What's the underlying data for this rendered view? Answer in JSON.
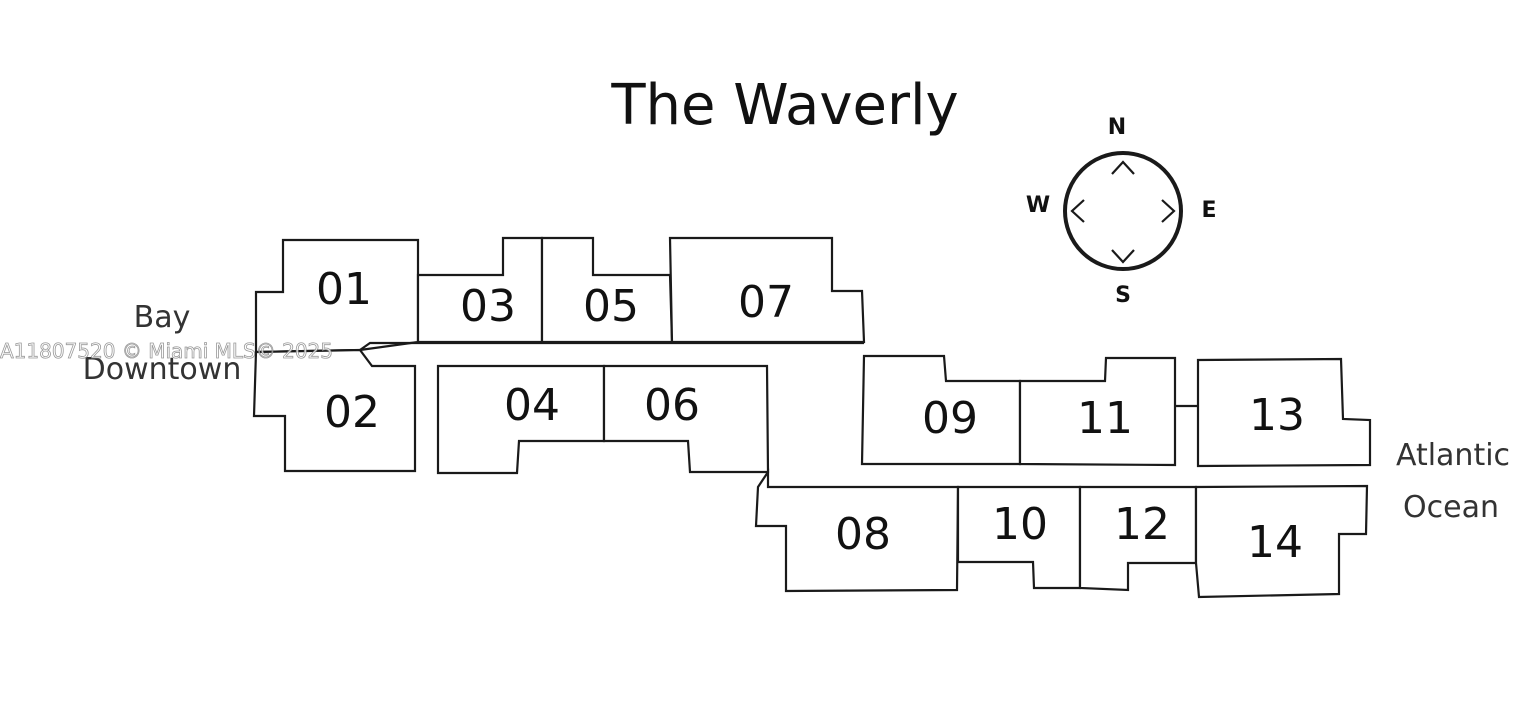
{
  "title": "The Waverly",
  "labels": {
    "bay_line1": "Bay",
    "bay_line2": "Downtown",
    "ocean_line1": "Atlantic",
    "ocean_line2": "Ocean"
  },
  "compass": {
    "north": "N",
    "south": "S",
    "east": "E",
    "west": "W"
  },
  "watermark": "A11807520 © Miami MLS© 2025",
  "units": [
    "01",
    "02",
    "03",
    "04",
    "05",
    "06",
    "07",
    "08",
    "09",
    "10",
    "11",
    "12",
    "13",
    "14"
  ],
  "colors": {
    "ink": "#1a1a1a",
    "background": "#ffffff"
  }
}
